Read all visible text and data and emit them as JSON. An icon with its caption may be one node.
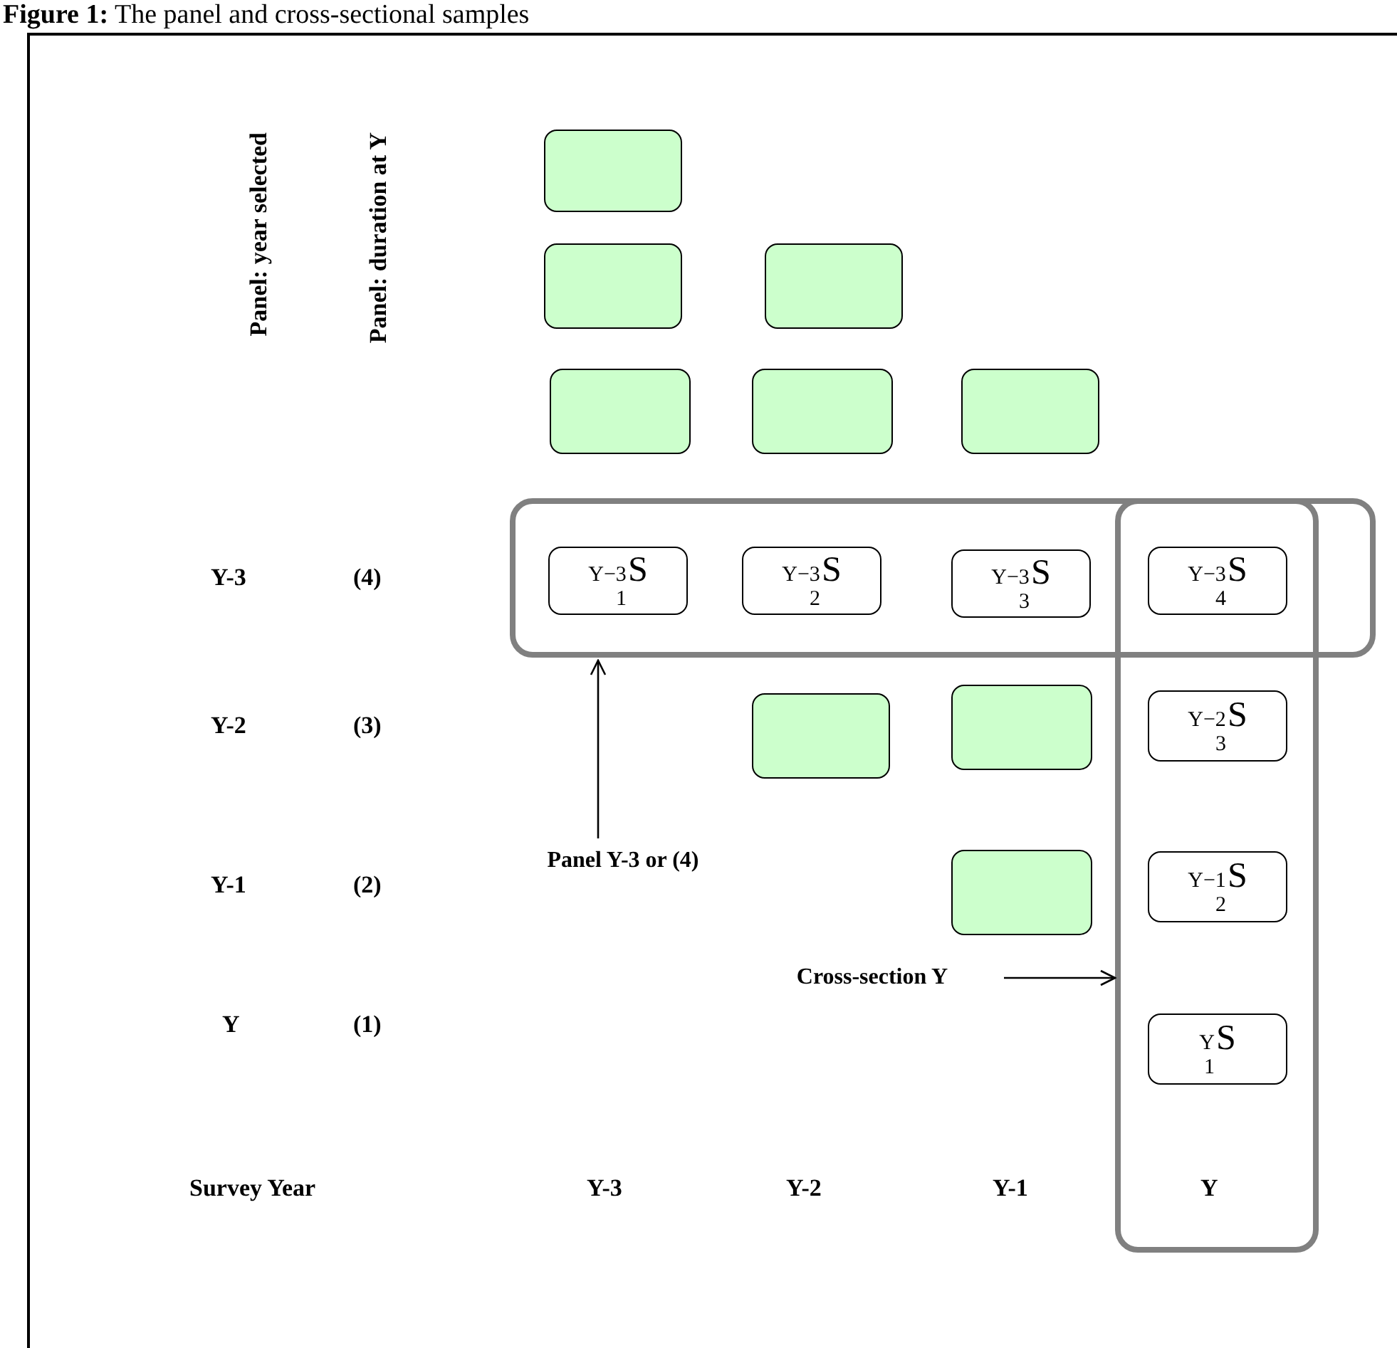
{
  "diagram": {
    "title": "**Figure 1:** The panel and cross-sectional samples",
    "nodes": [
      {
        "text": [],
        "shape": "box"
      },
      {
        "text": [],
        "shape": "box"
      },
      {
        "text": [],
        "shape": "box"
      },
      {
        "text": [],
        "shape": "box"
      },
      {
        "text": [],
        "shape": "box"
      },
      {
        "text": [],
        "shape": "box"
      },
      {
        "text": [],
        "shape": "box"
      },
      {
        "text": [
          "$^{Y−3}$$_{1}$S"
        ],
        "in": 6
      },
      {
        "text": [
          "$^{Y−3}$$_{2}$S"
        ],
        "in": 6
      },
      {
        "text": [
          "$^{Y−3}$$_{3}$S"
        ],
        "in": 6
      },
      {
        "text": [],
        "shape": "box"
      },
      {
        "text": [
          "$^{Y−3}$$_{4}$S"
        ]
      },
      {
        "text": [],
        "shape": "box"
      },
      {
        "text": [],
        "shape": "box"
      },
      {
        "text": [
          "$^{Y−2}$$_{3}$S"
        ],
        "in": 10
      },
      {
        "text": [
          "Panel Y-3 or (4)"
        ]
      },
      {
        "text": [],
        "shape": "box"
      },
      {
        "text": [
          "$^{Y−1}$$_{2}$S"
        ],
        "in": 10
      },
      {
        "text": [
          "Cross-section Y"
        ]
      },
      {
        "text": [
          "$^{Y}$$_{1}$S"
        ],
        "in": 10
      }
    ],
    "edges": [
      {
        "from": 15,
        "to": 6,
        "arrow": "to"
      },
      {
        "from": 18,
        "to": 10,
        "arrow": "to"
      }
    ],
    "labels": [
      "Panel: year selected",
      "Panel: duration at Y",
      "Y-3",
      "(4)",
      "Y-2",
      "(3)",
      "Y-1",
      "(2)",
      "Y",
      "(1)",
      "Survey Year",
      "Y-3",
      "Y-2",
      "Y-1",
      "Y"
    ]
  }
}
